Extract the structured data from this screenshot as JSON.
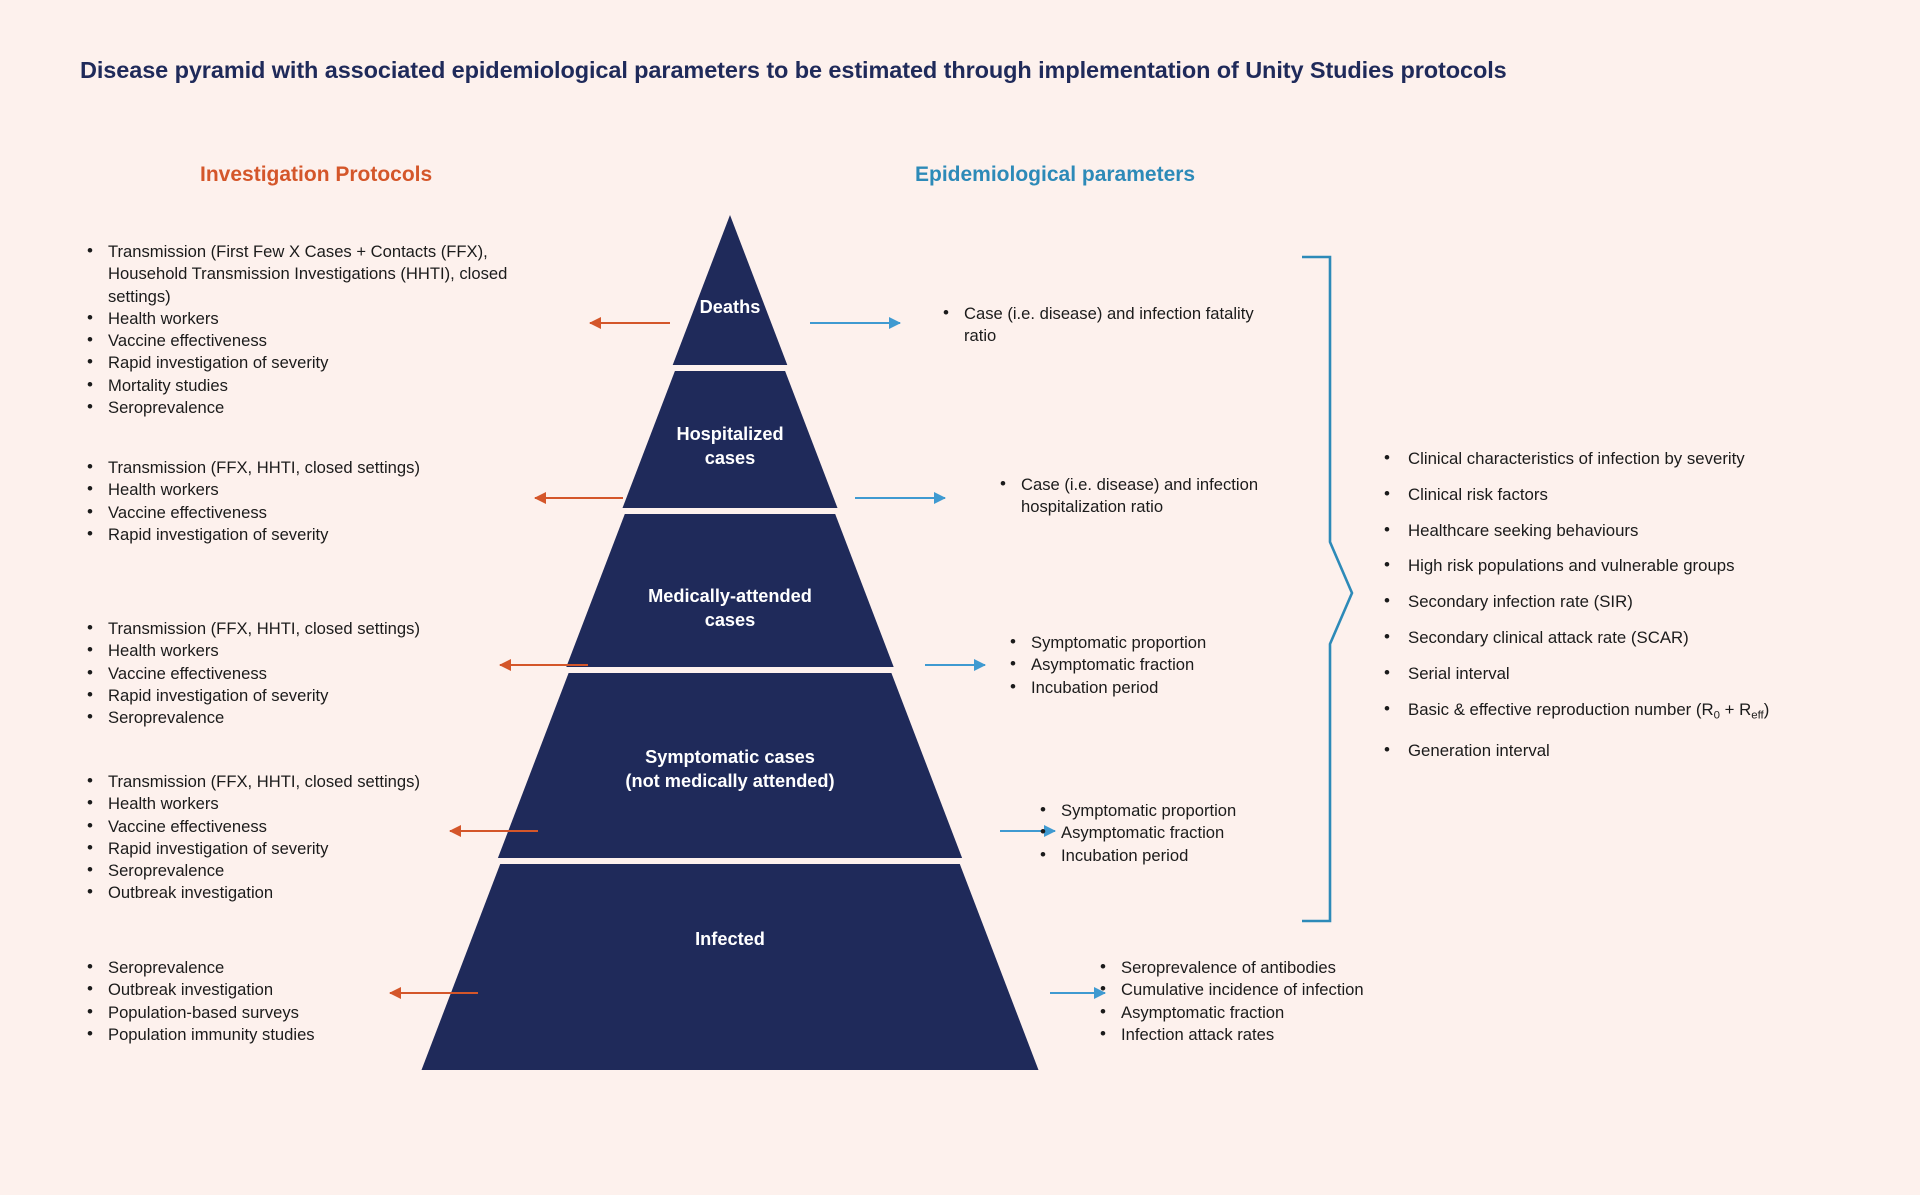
{
  "title": {
    "bold_part": "Disease pyramid",
    "rest": " with associated epidemiological parameters to be estimated through implementation of Unity Studies protocols",
    "full": "Disease pyramid with associated epidemiological parameters to be estimated through implementation of Unity Studies protocols"
  },
  "headings": {
    "left": "Investigation Protocols",
    "right": "Epidemiological parameters"
  },
  "colors": {
    "background": "#fdf1ed",
    "pyramid_fill": "#1f2a5a",
    "title_color": "#1f2a5a",
    "left_heading": "#d4562a",
    "right_heading": "#2d8ab8",
    "orange_arrow": "#d4562a",
    "blue_arrow": "#3f9ad1",
    "brace": "#2d8ab8"
  },
  "pyramid": {
    "levels": [
      {
        "id": "deaths",
        "label": "Deaths"
      },
      {
        "id": "hospitalized",
        "label": "Hospitalized\ncases",
        "line1": "Hospitalized",
        "line2": "cases"
      },
      {
        "id": "medically",
        "label": "Medically-attended\ncases",
        "line1": "Medically-attended",
        "line2": "cases"
      },
      {
        "id": "symptomatic",
        "label": "Symptomatic cases\n(not medically attended)",
        "line1": "Symptomatic cases",
        "line2": "(not medically attended)"
      },
      {
        "id": "infected",
        "label": "Infected"
      }
    ]
  },
  "investigation_protocols": [
    {
      "for_level": "deaths",
      "items": [
        "Transmission (First Few X Cases + Contacts (FFX), Household Transmission Investigations (HHTI), closed settings)",
        "Health workers",
        "Vaccine effectiveness",
        "Rapid investigation of severity",
        "Mortality studies",
        "Seroprevalence"
      ]
    },
    {
      "for_level": "hospitalized",
      "items": [
        "Transmission (FFX, HHTI, closed settings)",
        "Health workers",
        "Vaccine effectiveness",
        "Rapid investigation of severity"
      ]
    },
    {
      "for_level": "medically",
      "items": [
        "Transmission (FFX, HHTI, closed settings)",
        "Health workers",
        "Vaccine effectiveness",
        "Rapid investigation of severity",
        "Seroprevalence"
      ]
    },
    {
      "for_level": "symptomatic",
      "items": [
        "Transmission (FFX, HHTI, closed settings)",
        "Health workers",
        "Vaccine effectiveness",
        "Rapid investigation of severity",
        "Seroprevalence",
        "Outbreak investigation"
      ]
    },
    {
      "for_level": "infected",
      "items": [
        "Seroprevalence",
        "Outbreak investigation",
        "Population-based surveys",
        "Population immunity studies"
      ]
    }
  ],
  "epidemiological_parameters": [
    {
      "for_level": "deaths",
      "items": [
        "Case (i.e. disease) and infection fatality ratio"
      ]
    },
    {
      "for_level": "hospitalized",
      "items": [
        "Case (i.e. disease) and infection hospitalization ratio"
      ]
    },
    {
      "for_level": "medically",
      "items": [
        "Symptomatic proportion",
        "Asymptomatic fraction",
        "Incubation period"
      ]
    },
    {
      "for_level": "symptomatic",
      "items": [
        "Symptomatic proportion",
        "Asymptomatic fraction",
        "Incubation period"
      ]
    },
    {
      "for_level": "infected",
      "items": [
        "Seroprevalence of antibodies",
        "Cumulative incidence of infection",
        "Asymptomatic fraction",
        "Infection attack rates"
      ]
    }
  ],
  "cross_cutting_parameters": {
    "items": [
      {
        "text": "Clinical characteristics of infection by severity"
      },
      {
        "text": "Clinical risk factors"
      },
      {
        "text": "Healthcare seeking behaviours"
      },
      {
        "text": "High risk populations and vulnerable groups"
      },
      {
        "text": "Secondary infection rate (SIR)"
      },
      {
        "text": "Secondary clinical attack rate (SCAR)"
      },
      {
        "text": "Serial interval"
      },
      {
        "text": "Basic & effective reproduction number (R0 + Reff)",
        "html": "Basic &amp; effective reproduction number (R<sub>0</sub> + R<sub>eff</sub>)"
      },
      {
        "text": "Generation interval"
      }
    ]
  }
}
